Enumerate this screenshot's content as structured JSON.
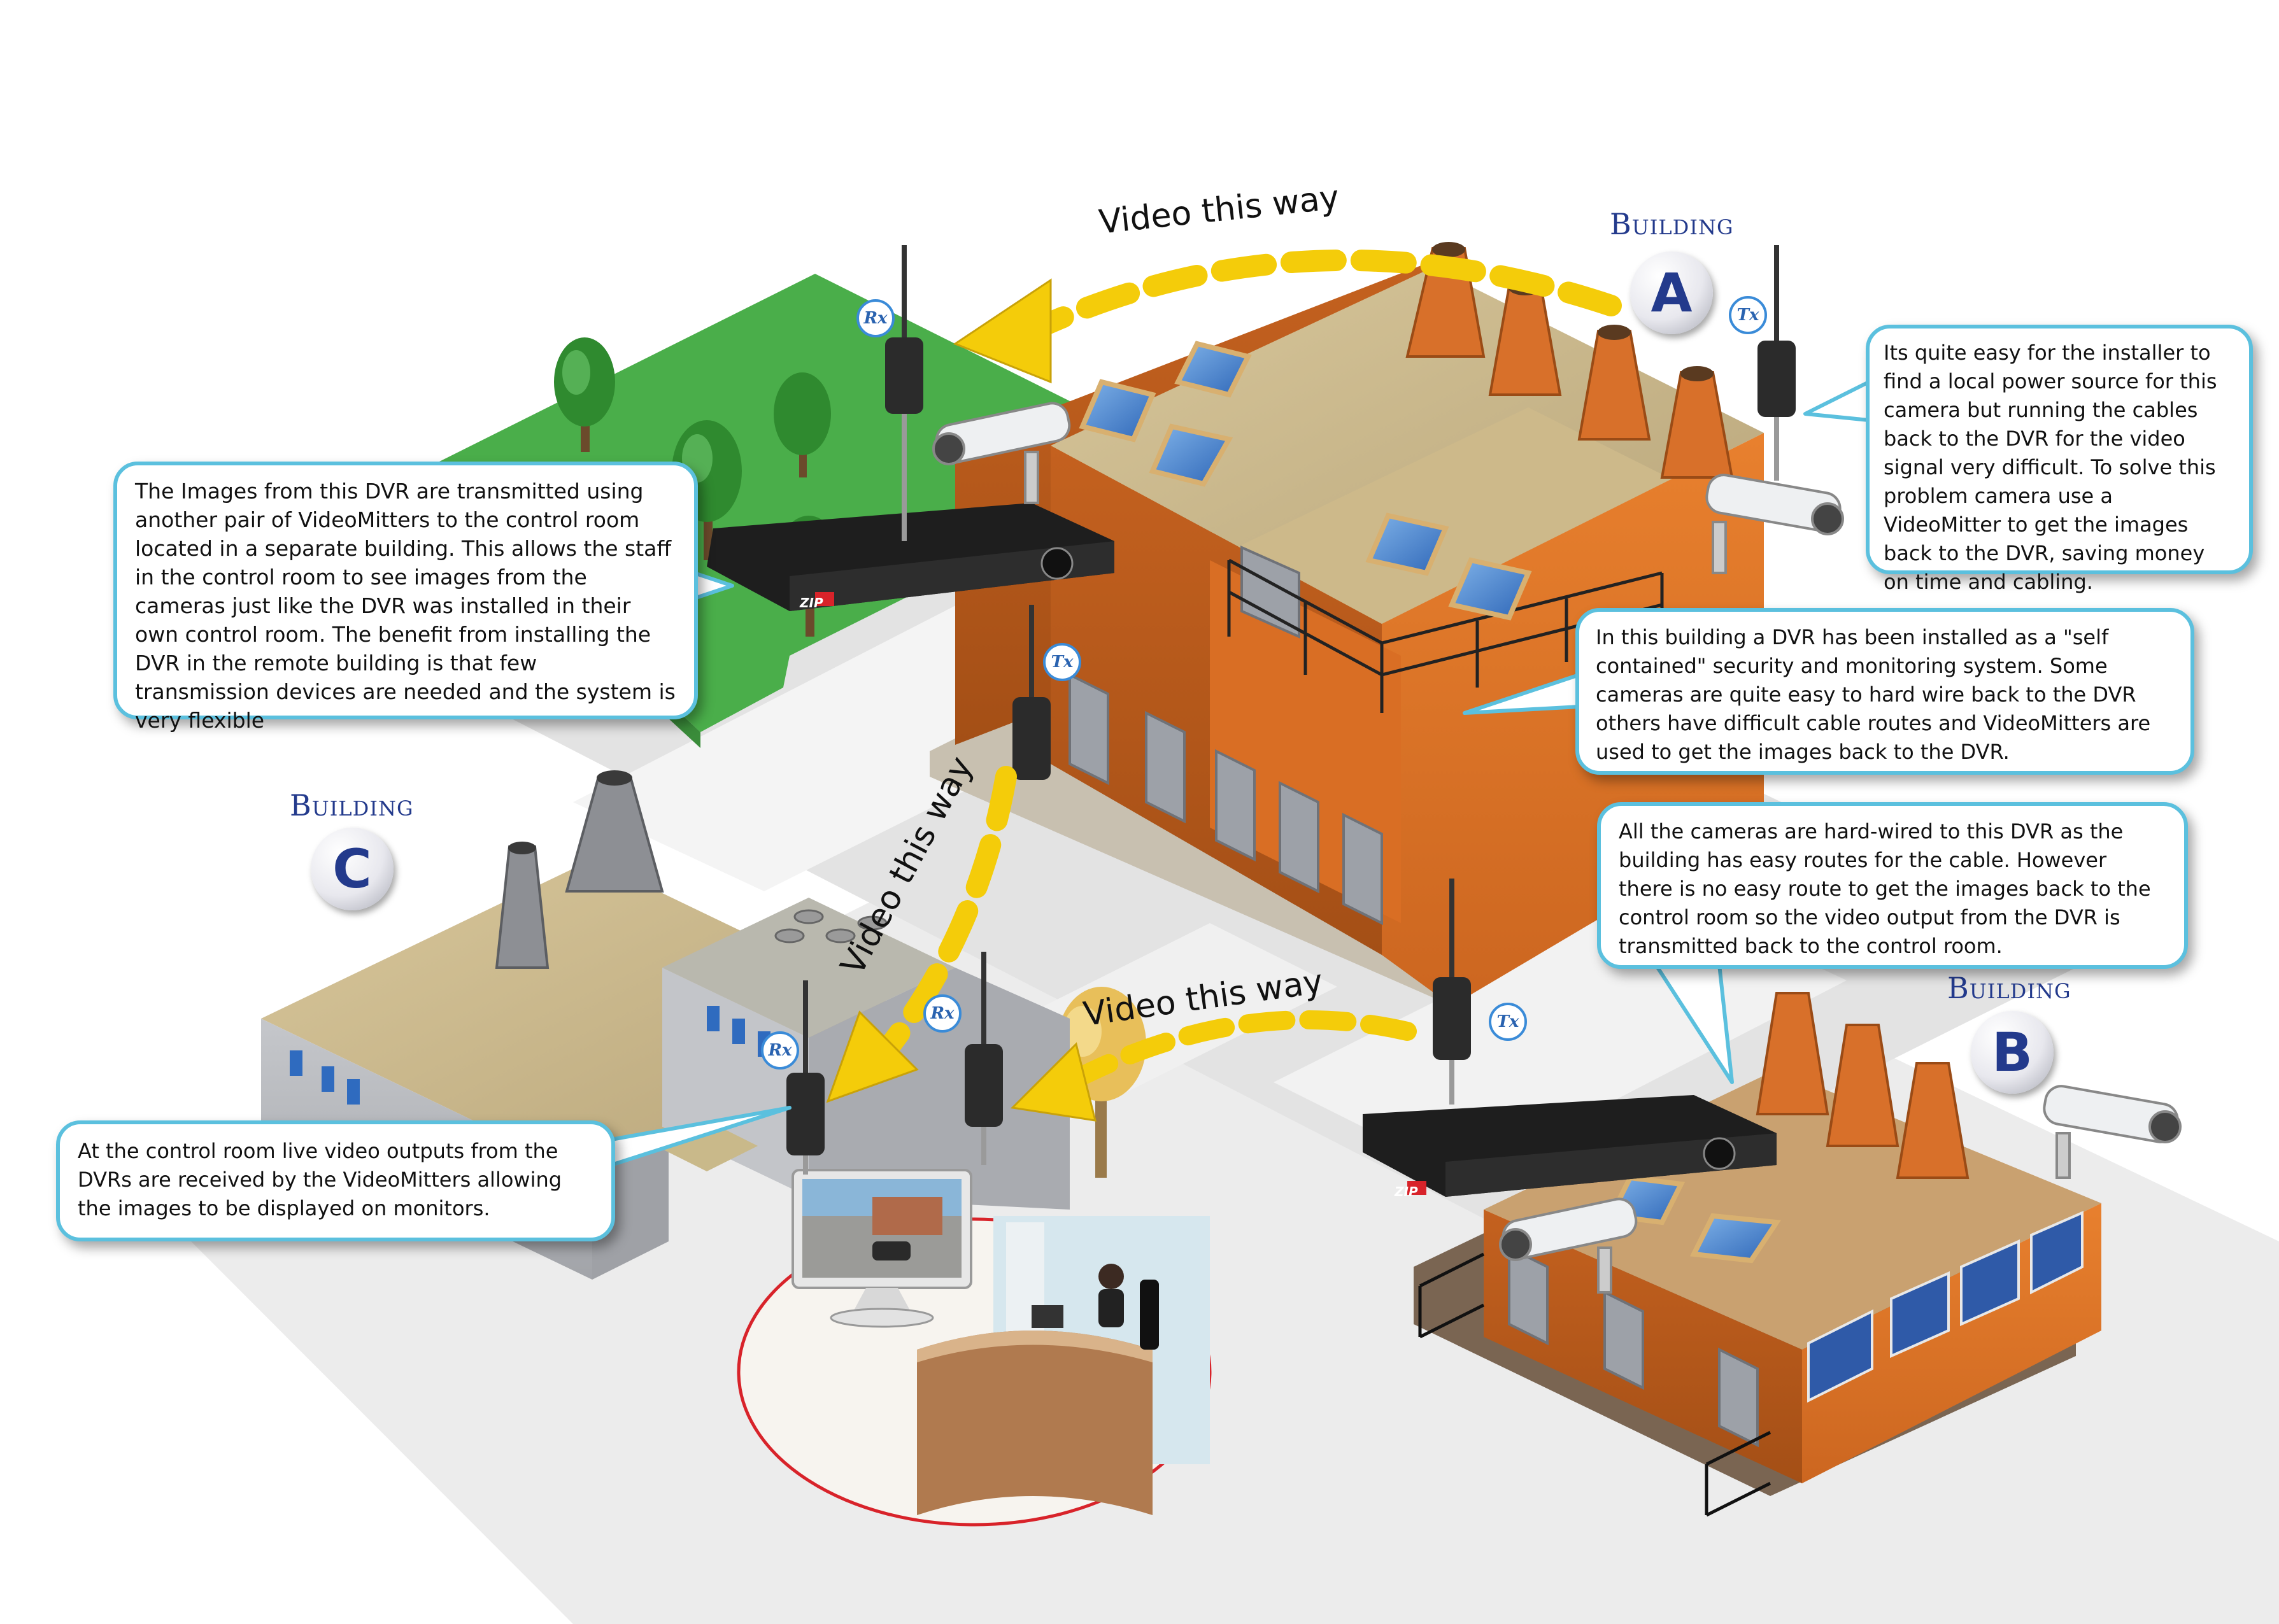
{
  "buildings": {
    "a": {
      "label": "Building",
      "letter": "A"
    },
    "b": {
      "label": "Building",
      "letter": "B"
    },
    "c": {
      "label": "Building",
      "letter": "C"
    }
  },
  "arrows": {
    "top": "Video this way",
    "middle": "Video this way",
    "bottom": "Video this way"
  },
  "markers": {
    "tx": "Tx",
    "rx": "Rx"
  },
  "callouts": {
    "building_a_camera": "Its quite easy for the installer to find a local power source for this camera but running the cables back to the DVR for the video signal very difficult. To solve this problem camera use a VideoMitter to get the images back to the DVR, saving money on time and cabling.",
    "building_a_dvr": "In this building a DVR has been installed as a \"self contained\" security and monitoring system. Some cameras are quite easy to hard wire back to the DVR others have difficult cable routes and VideoMitters are used to get the images back to the DVR.",
    "remote_dvr": "The Images from this DVR are transmitted using another pair of VideoMitters to the control room located in a separate building. This allows the staff in the control room to  see images from the cameras just like the DVR was installed in their own control room. The benefit from installing the DVR in the remote building is that few transmission devices are needed and the system is very flexible",
    "building_b": "All the cameras are hard-wired to this DVR as the building has easy routes for the cable. However there is no easy route to get the images back to the control room so the video output from the DVR is transmitted back to the control room.",
    "control_room": "At the control room live video outputs from the DVRs are received by the VideoMitters allowing the images to be displayed on monitors."
  },
  "dvr_brand": "ZIP",
  "colors": {
    "brick": "#e07628",
    "brick_dark": "#b85a1a",
    "grass": "#4aae4a",
    "road": "#e6e6e6",
    "arrow_yellow": "#f4cc0a",
    "callout_border": "#5bc0de",
    "label_blue": "#233a8c",
    "grey_building": "#b7b9bd"
  }
}
